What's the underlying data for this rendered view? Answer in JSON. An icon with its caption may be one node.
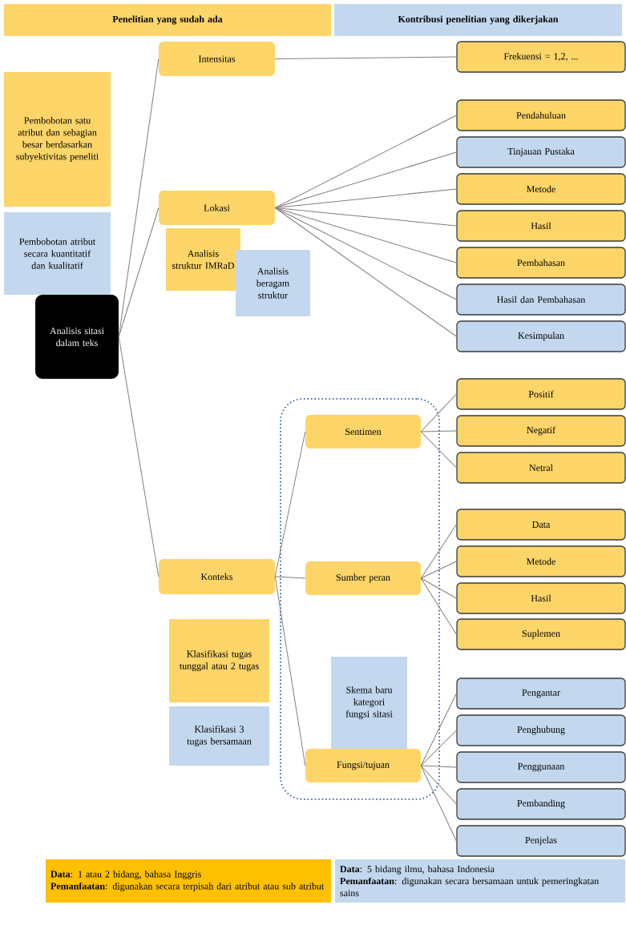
{
  "diagram": {
    "nodes": [
      {
        "text": [
          "Penelitian yang sudah ada"
        ]
      },
      {
        "text": [
          "Kontribusi penelitian yang dikerjakan"
        ]
      },
      {
        "text": [
          "Pembobotan satu atribut dan sebagian besar berdasarkan subyektivitas peneliti"
        ]
      },
      {
        "text": [
          "Pembobotan atribut secara kuantitatif dan kualitatif"
        ]
      },
      {
        "text": [
          "Analisis sitasi dalam teks"
        ]
      },
      {
        "text": [
          "Intensitas"
        ]
      },
      {
        "text": [
          "Frekuensi = 1,2, ..."
        ]
      },
      {
        "text": [
          "Lokasi"
        ]
      },
      {
        "text": [
          "Analisis struktur IMRaD"
        ]
      },
      {
        "text": [
          "Analisis beragam struktur"
        ]
      },
      {
        "text": [
          "Pendahuluan"
        ]
      },
      {
        "text": [
          "Tinjauan Pustaka"
        ]
      },
      {
        "text": [
          "Metode"
        ]
      },
      {
        "text": [
          "Hasil"
        ]
      },
      {
        "text": [
          "Pembahasan"
        ]
      },
      {
        "text": [
          "Hasil dan Pembahasan"
        ]
      },
      {
        "text": [
          "Kesimpulan"
        ]
      },
      {
        "text": [
          "Konteks"
        ]
      },
      {
        "text": [],
        "shape": "box"
      },
      {
        "text": [
          "Sentimen"
        ],
        "in": 18
      },
      {
        "text": [
          "Sumber peran"
        ],
        "in": 18
      },
      {
        "text": [
          "Skema baru kategori fungsi sitasi"
        ],
        "in": 18
      },
      {
        "text": [
          "Fungsi/tujuan"
        ],
        "in": 18
      },
      {
        "text": [
          "Klasifikasi tugas tunggal atau 2 tugas"
        ]
      },
      {
        "text": [
          "Klasifikasi 3 tugas bersamaan"
        ]
      },
      {
        "text": [
          "Positif"
        ]
      },
      {
        "text": [
          "Negatif"
        ]
      },
      {
        "text": [
          "Netral"
        ]
      },
      {
        "text": [
          "Data"
        ]
      },
      {
        "text": [
          "Metode"
        ]
      },
      {
        "text": [
          "Hasil"
        ]
      },
      {
        "text": [
          "Suplemen"
        ]
      },
      {
        "text": [
          "Pengantar"
        ]
      },
      {
        "text": [
          "Penghubung"
        ]
      },
      {
        "text": [
          "Penggunaan"
        ]
      },
      {
        "text": [
          "Pembanding"
        ]
      },
      {
        "text": [
          "Penjelas"
        ]
      },
      {
        "text": [
          "**Data**: 1 atau 2 bidang, bahasa Inggris",
          "**Pemanfaatan**: digunakan secara terpisah dari atribut atau sub atribut"
        ]
      },
      {
        "text": [
          "**Data**: 5 bidang ilmu, bahasa Indonesia",
          "**Pemanfaatan**: digunakan secara bersamaan untuk pemeringkatan sains"
        ]
      }
    ],
    "edges": [
      {
        "from": 4,
        "to": 5,
        "arrow": "none"
      },
      {
        "from": 4,
        "to": 7,
        "arrow": "none"
      },
      {
        "from": 4,
        "to": 17,
        "arrow": "none"
      },
      {
        "from": 5,
        "to": 6,
        "arrow": "none"
      },
      {
        "from": 7,
        "to": 10,
        "arrow": "none"
      },
      {
        "from": 7,
        "to": 11,
        "arrow": "none"
      },
      {
        "from": 7,
        "to": 12,
        "arrow": "none"
      },
      {
        "from": 7,
        "to": 13,
        "arrow": "none"
      },
      {
        "from": 7,
        "to": 14,
        "arrow": "none"
      },
      {
        "from": 7,
        "to": 15,
        "arrow": "none"
      },
      {
        "from": 7,
        "to": 16,
        "arrow": "none"
      },
      {
        "from": 17,
        "to": 19,
        "arrow": "none"
      },
      {
        "from": 17,
        "to": 20,
        "arrow": "none"
      },
      {
        "from": 17,
        "to": 22,
        "arrow": "none"
      },
      {
        "from": 19,
        "to": 25,
        "arrow": "none"
      },
      {
        "from": 19,
        "to": 26,
        "arrow": "none"
      },
      {
        "from": 19,
        "to": 27,
        "arrow": "none"
      },
      {
        "from": 20,
        "to": 28,
        "arrow": "none"
      },
      {
        "from": 20,
        "to": 29,
        "arrow": "none"
      },
      {
        "from": 20,
        "to": 30,
        "arrow": "none"
      },
      {
        "from": 20,
        "to": 31,
        "arrow": "none"
      },
      {
        "from": 22,
        "to": 32,
        "arrow": "none"
      },
      {
        "from": 22,
        "to": 33,
        "arrow": "none"
      },
      {
        "from": 22,
        "to": 34,
        "arrow": "none"
      },
      {
        "from": 22,
        "to": 35,
        "arrow": "none"
      },
      {
        "from": 22,
        "to": 36,
        "arrow": "none"
      }
    ]
  }
}
